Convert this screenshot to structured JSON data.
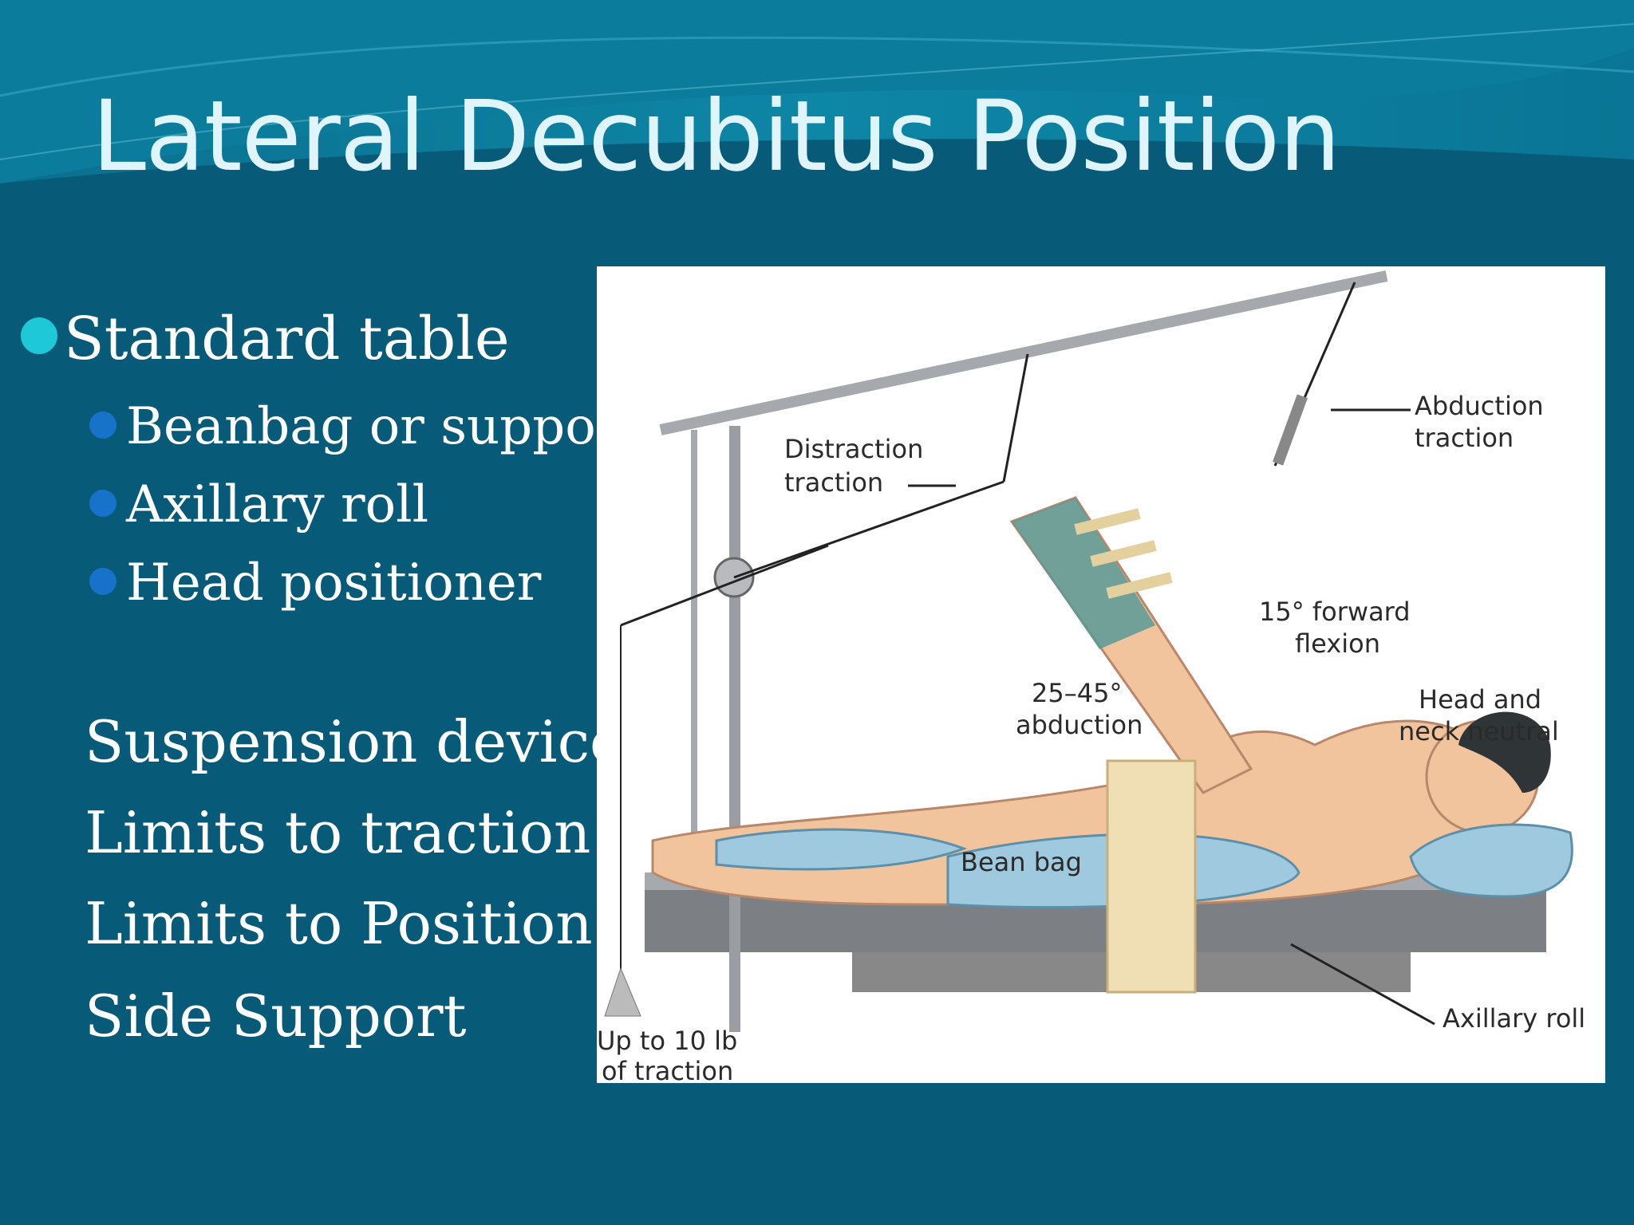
{
  "slide": {
    "title": "Lateral Decubitus Position",
    "bullets": [
      {
        "text": "Standard table",
        "sub": [
          "Beanbag or support",
          "Axillary roll",
          "Head positioner"
        ]
      }
    ],
    "notes": [
      "Suspension device",
      "Limits to traction",
      "Limits to Position",
      "Side Support"
    ]
  },
  "figure": {
    "labels": {
      "distraction": [
        "Distraction",
        "traction"
      ],
      "abduction_traction": [
        "Abduction",
        "traction"
      ],
      "forward_flexion": [
        "15° forward",
        "flexion"
      ],
      "abduction_angle": [
        "25–45°",
        "abduction"
      ],
      "head_neck": [
        "Head and",
        "neck neutral"
      ],
      "bean_bag": "Bean bag",
      "axillary_roll": "Axillary roll",
      "traction_limit": [
        "Up to 10 lb",
        "of traction"
      ]
    }
  },
  "colors": {
    "background": "#075a78",
    "title": "#dff4fb",
    "bullet_l1": "#1ec8d6",
    "bullet_l2": "#1673c9"
  }
}
